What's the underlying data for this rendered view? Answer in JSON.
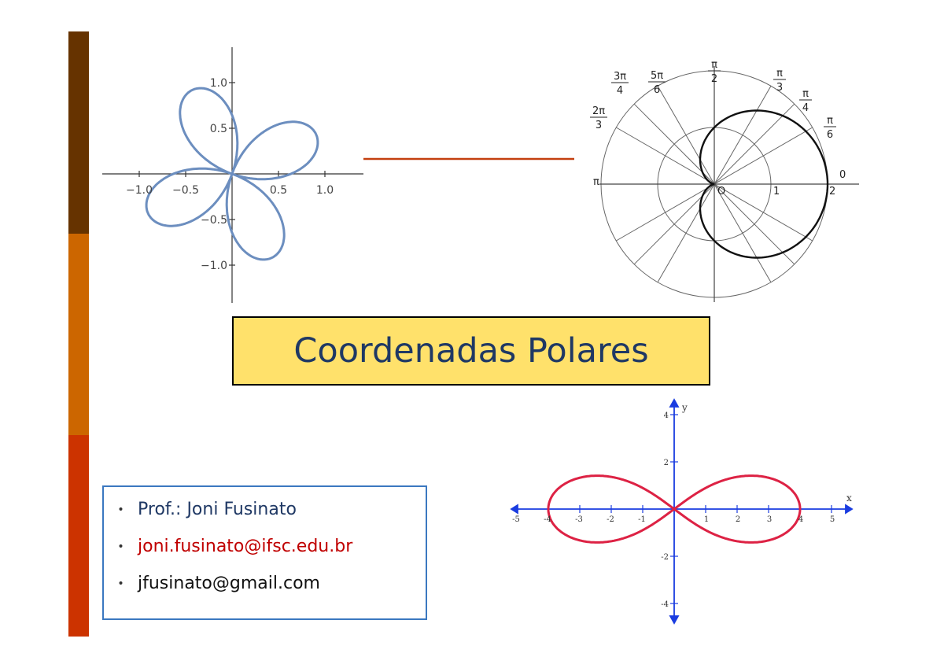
{
  "slide": {
    "title": "Coordenadas Polares",
    "colors": {
      "bar_top": "#663300",
      "bar_mid": "#cc6600",
      "bar_bottom": "#cc3300",
      "title_fill": "#ffe16b",
      "title_text": "#1f3864",
      "rose": "#6c8ebf",
      "lemniscate": "#dd2244",
      "connector": "#c44010"
    },
    "contact": [
      {
        "bullet": "•",
        "text": "Prof.: Joni Fusinato"
      },
      {
        "bullet": "•",
        "text": "joni.fusinato@ifsc.edu.br"
      },
      {
        "bullet": "•",
        "text": "jfusinato@gmail.com"
      }
    ]
  },
  "chart_data": [
    {
      "type": "line",
      "curve": "four-petal rose",
      "x_ticks": [
        "−1.0",
        "−0.5",
        "0.5",
        "1.0"
      ],
      "y_ticks": [
        "1.0",
        "0.5",
        "−0.5",
        "−1.0"
      ]
    },
    {
      "type": "line",
      "curve": "cardioid",
      "angle_labels": [
        {
          "num": "π",
          "den": "2"
        },
        {
          "num": "π",
          "den": "3"
        },
        {
          "num": "π",
          "den": "4"
        },
        {
          "num": "π",
          "den": "6"
        },
        {
          "num": "3π",
          "den": "4"
        },
        {
          "num": "5π",
          "den": "6"
        },
        {
          "num": "2π",
          "den": "3"
        }
      ],
      "label_zero": "0",
      "label_pi": "π",
      "label_origin": "O",
      "radial_labels": [
        "1",
        "2"
      ]
    },
    {
      "type": "line",
      "curve": "lemniscate",
      "x_label": "x",
      "y_label": "y",
      "x_ticks": [
        "-5",
        "-4",
        "-3",
        "-2",
        "-1",
        "1",
        "2",
        "3",
        "4",
        "5"
      ],
      "y_ticks": [
        "4",
        "2",
        "-2",
        "-4"
      ]
    }
  ]
}
